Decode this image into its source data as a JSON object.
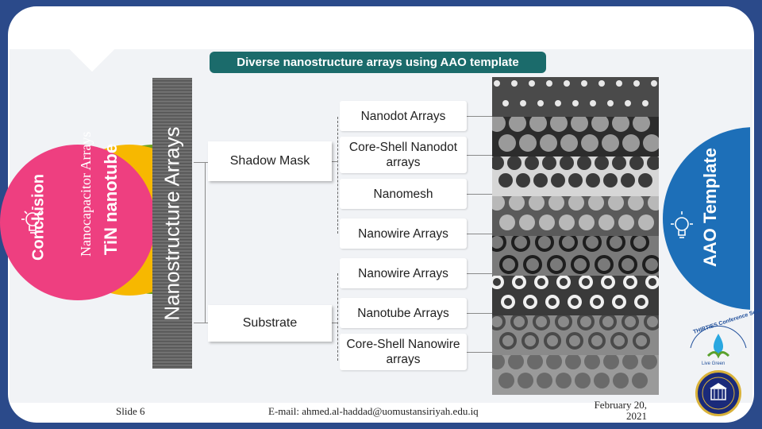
{
  "title": "Diverse nanostructure arrays using  AAO template",
  "center_title": "Nanostructure Arrays",
  "left_tabs": {
    "conclusion": "Conclusion",
    "nanocapacitor": "Nanocapacitor Arrays",
    "tin_nanotube": "TiN nanotube"
  },
  "right_tab": "AAO Template",
  "categories": {
    "shadow_mask": "Shadow Mask",
    "substrate": "Substrate"
  },
  "items": [
    "Nanodot Arrays",
    "Core-Shell Nanodot arrays",
    "Nanomesh",
    "Nanowire Arrays",
    "Nanowire Arrays",
    "Nanotube Arrays",
    "Core-Shell Nanowire arrays"
  ],
  "footer": {
    "slide": "Slide 6",
    "email": "E-mail: ahmed.al-haddad@uomustansiriyah.edu.iq",
    "date": "February 20, 2021"
  },
  "logo_text": {
    "conference": "THIRTIES Conference Series",
    "tagline": "Live Green"
  },
  "colors": {
    "frame": "#2b4a8a",
    "pink": "#ee3f80",
    "yellow": "#f7b800",
    "green": "#6ea11c",
    "blue": "#1d6fb8",
    "title_pill": "#1b6b6b"
  },
  "icons": [
    "lightbulb-icon",
    "lightbulb-icon"
  ]
}
